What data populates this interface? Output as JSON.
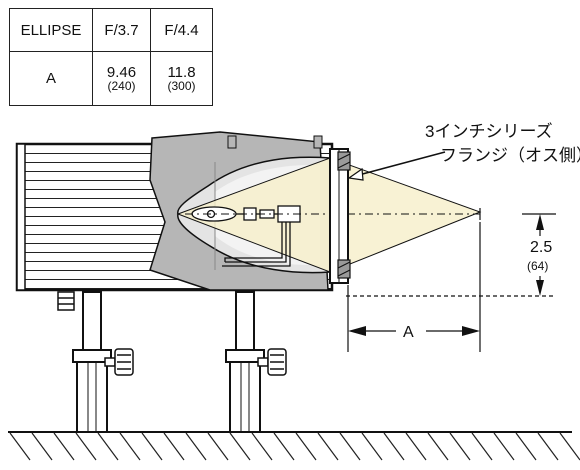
{
  "table": {
    "headers": [
      "ELLIPSE",
      "F/3.7",
      "F/4.4"
    ],
    "row": {
      "label": "A",
      "values": [
        {
          "main": "9.46",
          "sub": "(240)"
        },
        {
          "main": "11.8",
          "sub": "(300)"
        }
      ]
    }
  },
  "diagram": {
    "callout_line1": "3インチシリーズ",
    "callout_line2": "フランジ（オス側）",
    "dim_height_main": "2.5",
    "dim_height_sub": "(64)",
    "dim_distance_label": "A"
  },
  "colors": {
    "beam": "#f6efc9",
    "housing_gray": "#b6b6b6",
    "reflector_light": "#e4e4e4",
    "line": "#111111"
  }
}
